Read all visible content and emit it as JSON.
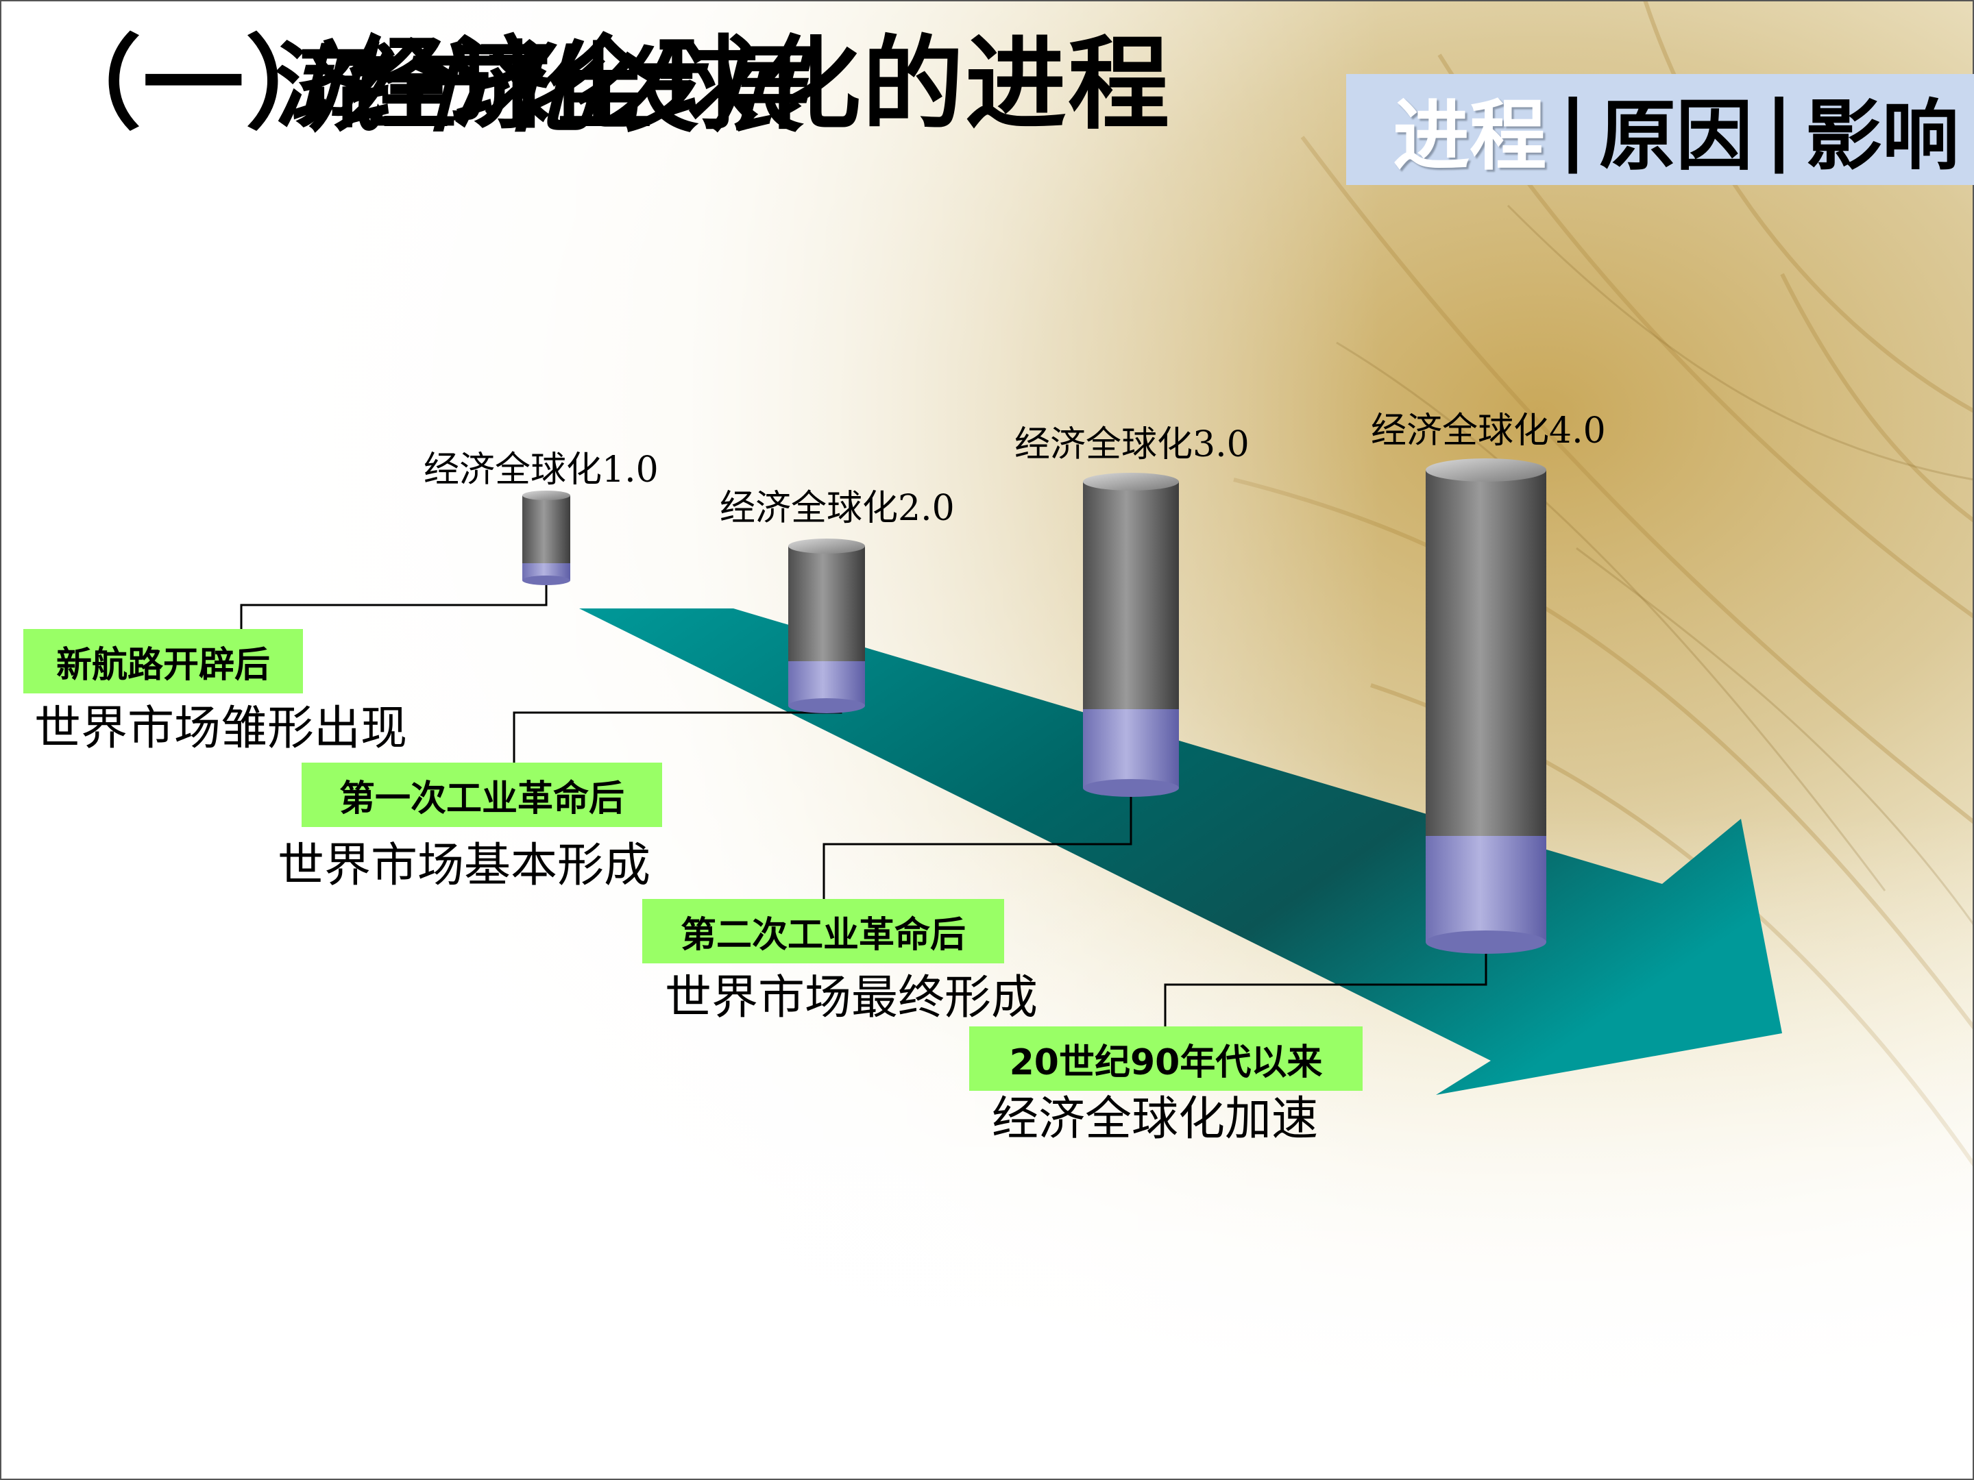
{
  "slide": {
    "title": "（一）经济全球化的进程",
    "overlap_a": "济全球化",
    "overlap_b": "城市化发展"
  },
  "nav": {
    "items": [
      {
        "label": "进程",
        "active": true
      },
      {
        "label": "原因",
        "active": false
      },
      {
        "label": "影响",
        "active": false
      }
    ],
    "separator": "|",
    "background": "#c9d8ef"
  },
  "stages": [
    {
      "label": "经济全球化1.0",
      "milestone": "新航路开辟后",
      "description": "世界市场雏形出现"
    },
    {
      "label": "经济全球化2.0",
      "milestone": "第一次工业革命后",
      "description": "世界市场基本形成"
    },
    {
      "label": "经济全球化3.0",
      "milestone": "第二次工业革命后",
      "description": "世界市场最终形成"
    },
    {
      "label": "经济全球化4.0",
      "milestone": "20世纪90年代以来",
      "description": "经济全球化加速"
    }
  ],
  "colors": {
    "arrow": "#009999",
    "milestone_box": "#99ff66",
    "cylinder_top": "#7f7f7f",
    "cylinder_base": "#9999cc"
  }
}
